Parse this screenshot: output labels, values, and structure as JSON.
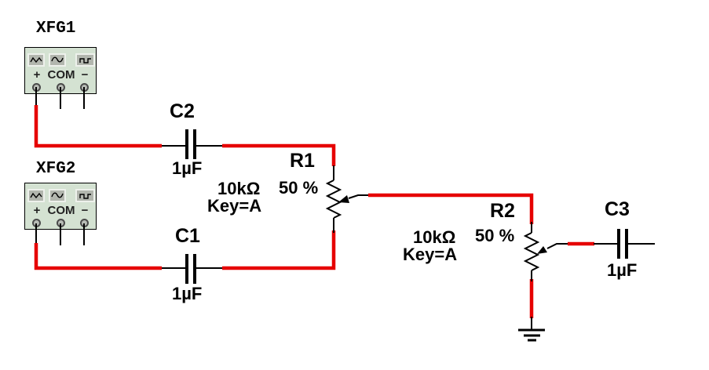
{
  "app": {
    "type": "circuit-schematic",
    "background": "#ffffff",
    "wire_color": "#e60000",
    "symbol_color": "#000000",
    "instrument_body_color": "#d4e2d2"
  },
  "instruments": {
    "xfg1": {
      "label": "XFG1",
      "plus": "+",
      "com": "COM",
      "minus": "−"
    },
    "xfg2": {
      "label": "XFG2",
      "plus": "+",
      "com": "COM",
      "minus": "−"
    }
  },
  "components": {
    "c1": {
      "ref": "C1",
      "value": "1µF"
    },
    "c2": {
      "ref": "C2",
      "value": "1µF"
    },
    "c3": {
      "ref": "C3",
      "value": "1µF"
    },
    "r1": {
      "ref": "R1",
      "value": "10kΩ",
      "setting": "50 %",
      "key": "Key=A"
    },
    "r2": {
      "ref": "R2",
      "value": "10kΩ",
      "setting": "50 %",
      "key": "Key=A"
    }
  },
  "icons": {
    "waveforms": [
      "triangle-wave",
      "sine-wave",
      "square-wave"
    ]
  }
}
